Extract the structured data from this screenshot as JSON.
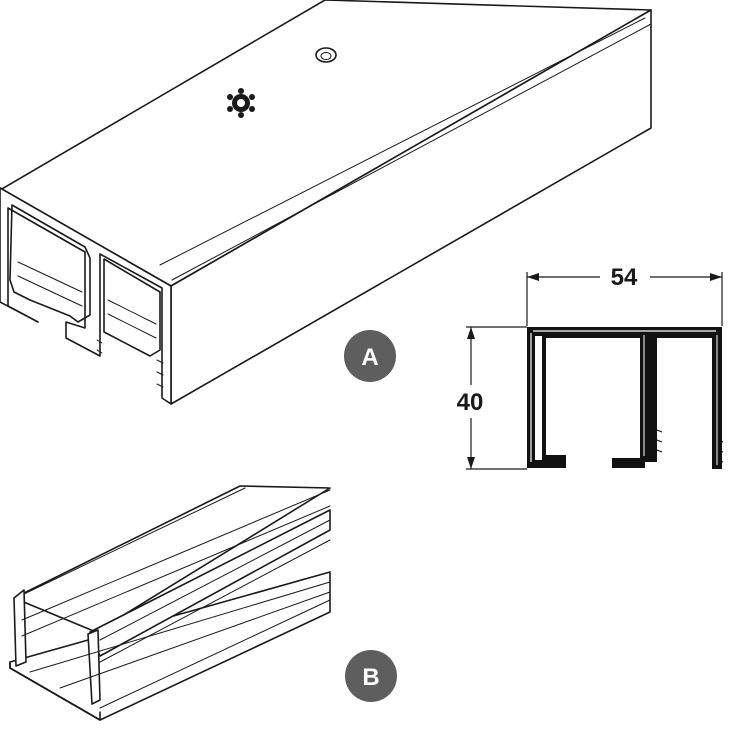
{
  "labels": {
    "part_a": "A",
    "part_b": "B"
  },
  "dimensions": {
    "width": "54",
    "height": "40"
  },
  "colors": {
    "badge": "#5e5e5e",
    "line": "#1a1a1a",
    "profile_fill": "#111111"
  }
}
